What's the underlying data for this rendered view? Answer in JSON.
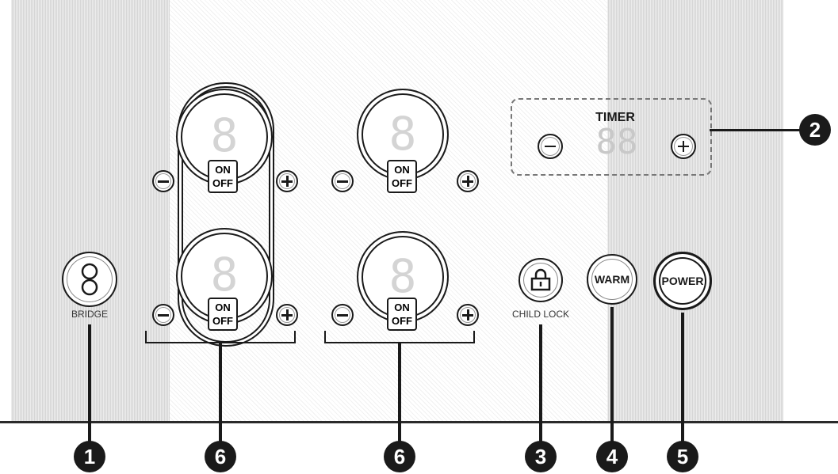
{
  "zones": {
    "front_left": {
      "display": "8",
      "on_label": "ON",
      "off_label": "OFF"
    },
    "rear_left": {
      "display": "8",
      "on_label": "ON",
      "off_label": "OFF"
    },
    "front_right": {
      "display": "8",
      "on_label": "ON",
      "off_label": "OFF"
    },
    "rear_right": {
      "display": "8",
      "on_label": "ON",
      "off_label": "OFF"
    }
  },
  "bridge": {
    "label": "BRIDGE"
  },
  "timer": {
    "label": "TIMER",
    "display": "88"
  },
  "child_lock": {
    "label": "CHILD LOCK"
  },
  "warm": {
    "label": "WARM"
  },
  "power": {
    "label": "POWER"
  },
  "callouts": {
    "c1": "1",
    "c2": "2",
    "c3": "3",
    "c4": "4",
    "c5": "5",
    "c6a": "6",
    "c6b": "6"
  },
  "icons": [
    "minus-icon",
    "plus-icon",
    "lock-icon",
    "bridge-icon"
  ]
}
